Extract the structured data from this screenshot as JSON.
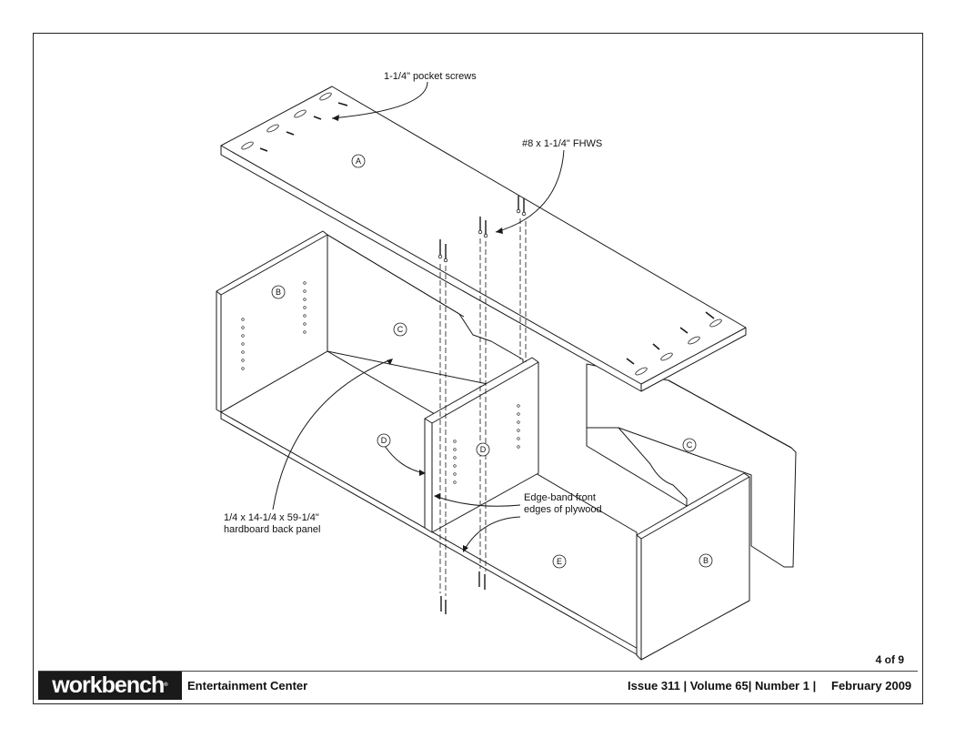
{
  "callouts": {
    "pocket_screws": "1-1/4\" pocket screws",
    "fhws": "#8 x 1-1/4\" FHWS",
    "back_panel_line1": "1/4 x 14-1/4 x 59-1/4\"",
    "back_panel_line2": "hardboard back panel",
    "edge_band_line1": "Edge-band front",
    "edge_band_line2": "edges of plywood"
  },
  "part_labels": {
    "a": "A",
    "b_left": "B",
    "c_left": "C",
    "d_left": "D",
    "d_right": "D",
    "c_right": "C",
    "e": "E",
    "b_right": "B"
  },
  "page_number": "4 of 9",
  "footer": {
    "logo": "workbench",
    "logo_mark": "®",
    "project_title": "Entertainment Center",
    "issue_info": "Issue 311 | Volume 65| Number 1 |",
    "date": "February 2009"
  },
  "colors": {
    "line": "#1a1a1a",
    "panel_fill": "#ffffff",
    "footer_bg": "#1a1a1a"
  }
}
